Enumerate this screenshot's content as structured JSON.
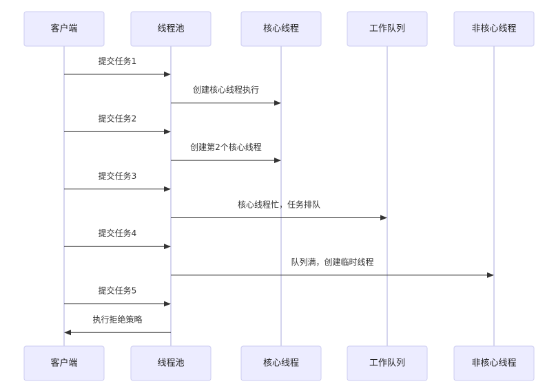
{
  "actors": [
    {
      "id": "client",
      "label": "客户端"
    },
    {
      "id": "pool",
      "label": "线程池"
    },
    {
      "id": "core",
      "label": "核心线程"
    },
    {
      "id": "queue",
      "label": "工作队列"
    },
    {
      "id": "noncore",
      "label": "非核心线程"
    }
  ],
  "messages": [
    {
      "from": "client",
      "to": "pool",
      "label": "提交任务1"
    },
    {
      "from": "pool",
      "to": "core",
      "label": "创建核心线程执行"
    },
    {
      "from": "client",
      "to": "pool",
      "label": "提交任务2"
    },
    {
      "from": "pool",
      "to": "core",
      "label": "创建第2个核心线程"
    },
    {
      "from": "client",
      "to": "pool",
      "label": "提交任务3"
    },
    {
      "from": "pool",
      "to": "queue",
      "label": "核心线程忙，任务排队"
    },
    {
      "from": "client",
      "to": "pool",
      "label": "提交任务4"
    },
    {
      "from": "pool",
      "to": "noncore",
      "label": "队列满，创建临时线程"
    },
    {
      "from": "client",
      "to": "pool",
      "label": "提交任务5"
    },
    {
      "from": "pool",
      "to": "client",
      "label": "执行拒绝策略"
    }
  ],
  "colors": {
    "actor_fill": "#ececff",
    "actor_stroke": "#cbcbf0",
    "lifeline": "#d4d4ee",
    "message": "#333333"
  }
}
